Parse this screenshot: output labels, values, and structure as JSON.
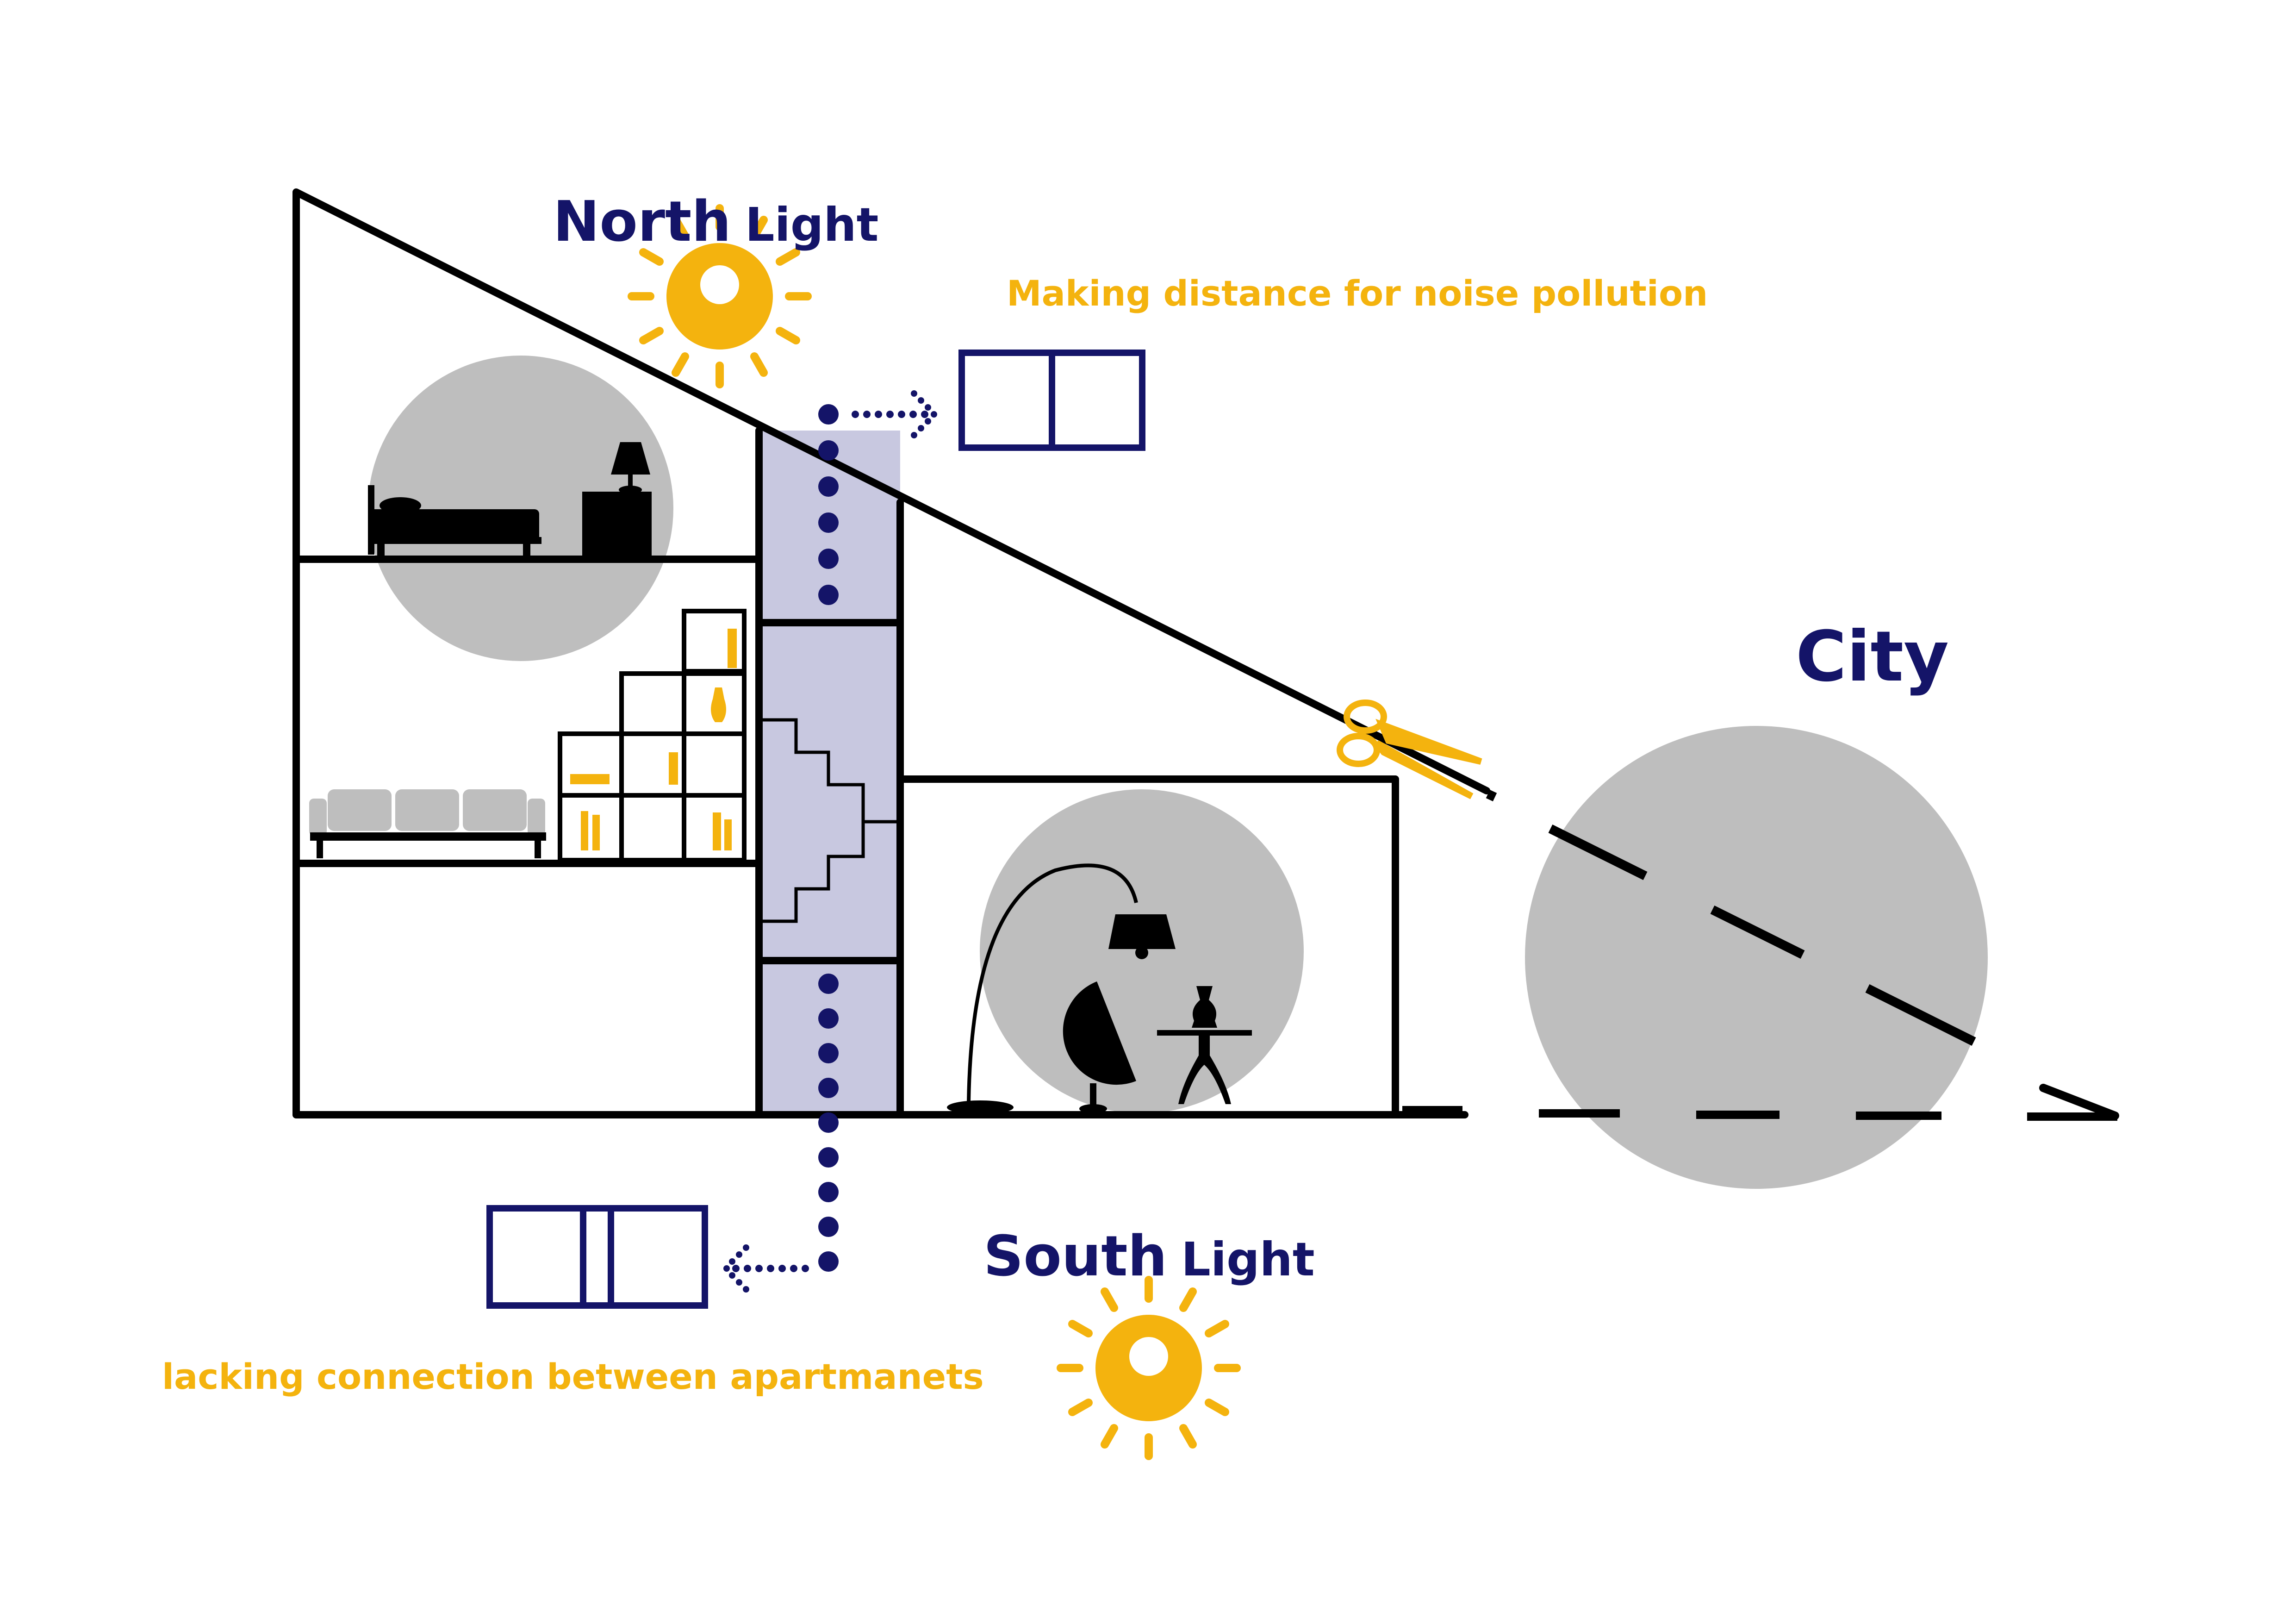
{
  "labels": {
    "north": "North",
    "north_suffix": "Light",
    "south": "South",
    "south_suffix": "Light",
    "city": "City",
    "noise_note": "Making distance for noise pollution",
    "connection_note": "lacking connection between apartmanets"
  },
  "colors": {
    "navy": "#141468",
    "sun": "#F4B30E",
    "gray": "#BEBEBE",
    "core": "#C8C8E0",
    "black": "#000000"
  },
  "icons": [
    "sun-icon",
    "window-icon",
    "scissors-icon",
    "bed-icon",
    "lamp-icon",
    "sofa-icon",
    "shelf-icon",
    "armchair-icon",
    "side-table-icon"
  ]
}
